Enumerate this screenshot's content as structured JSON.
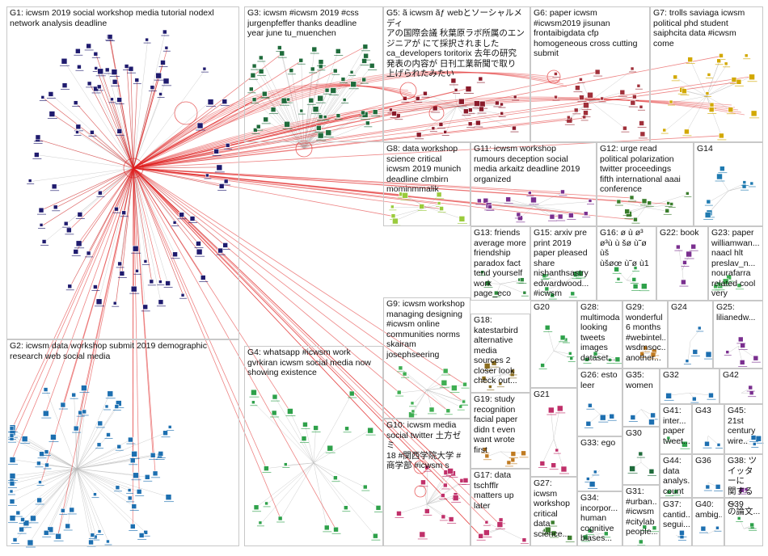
{
  "title": "",
  "groups": [
    {
      "id": "G1",
      "text": "G1: icwsm 2019 social workshop media tutorial nodexl\nnetwork analysis deadline",
      "color": "#1f1b6e"
    },
    {
      "id": "G2",
      "text": "G2: icwsm data workshop submit 2019 demographic\nresearch web social media",
      "color": "#1d6fb0"
    },
    {
      "id": "G3",
      "text": "G3: icwsm #icwsm 2019 #css\njurgenpfeffer thanks deadline\nyear june tu_muenchen",
      "color": "#1f6b3b"
    },
    {
      "id": "G4",
      "text": "G4: whatsapp #icwsm work\ngvrkiran icwsm social media now\nshowing existence",
      "color": "#2ea14a"
    },
    {
      "id": "G5",
      "text": "G5: ã icwsm ãƒ webとソーシャルメディ\nアの国際会議 秋葉原ラボ所属のエン\nジニアが にて採択されました\nca_developers toritorix 去年の研究\n発表の内容が 日刊工業新聞で取り\n上げられたみたい",
      "color": "#8a1a2a"
    },
    {
      "id": "G6",
      "text": "G6: paper icwsm\n#icwsm2019 jisunan\nfrontaibigdata cfp\nhomogeneous cross cutting\nsubmit",
      "color": "#a0303a"
    },
    {
      "id": "G7",
      "text": "G7: trolls saviaga icwsm\npolitical phd student\nsaiphcita data #icwsm\ncome",
      "color": "#d2a800"
    },
    {
      "id": "G8",
      "text": "G8: data workshop\nscience critical\nicwsm 2019 munich\ndeadline clmbirn\nmominmmalik",
      "color": "#9acb3c"
    },
    {
      "id": "G9",
      "text": "G9: icwsm workshop\nmanaging designing\n#icwsm online\ncommunities norms\nskairam\njosephseering",
      "color": "#3fae52"
    },
    {
      "id": "G10",
      "text": "G10: icwsm media\nsocial twitter 土方ゼミ\n18 #関西学院大学 #\n商学部 #icwsm s",
      "color": "#c0306a"
    },
    {
      "id": "G11",
      "text": "G11: icwsm workshop\nrumours deception social\nmedia arkaitz deadline 2019\norganized",
      "color": "#7a2f8f"
    },
    {
      "id": "G12",
      "text": "G12: urge read\npolitical polarization\ntwitter proceedings\nfifth international aaai\nconference",
      "color": "#3a7d2c"
    },
    {
      "id": "G13",
      "text": "G13: friends\naverage more\nfriendship\nparadox fact\ntend yourself\nwork\npage_eco",
      "color": "#2e8a3e"
    },
    {
      "id": "G14",
      "text": "G14",
      "color": "#1f7ab0"
    },
    {
      "id": "G15",
      "text": "G15: arxiv pre\nprint 2019\npaper pleased\nshare\nnishanthsastry\nedwardwood...\n#icwsm",
      "color": "#2ea14a"
    },
    {
      "id": "G16",
      "text": "G16: ø ù ø³\nø³ù ù šø ù˜ø ùš\nùšøœ ù˜ø ù1",
      "color": "#2ea14a"
    },
    {
      "id": "G17",
      "text": "G17: data\ntschfflr\nmatters up\nlater",
      "color": "#c0306a"
    },
    {
      "id": "G18",
      "text": "G18:\nkatestarbird\nalternative\nmedia\nsources 2\ncloser look\ncheck out...",
      "color": "#8a6d20"
    },
    {
      "id": "G19",
      "text": "G19: study\nrecognition\nfacial paper\ndidn t even\nwant wrote\nfirst",
      "color": "#c07a20"
    },
    {
      "id": "G20",
      "text": "G20",
      "color": "#2ea14a"
    },
    {
      "id": "G21",
      "text": "G21",
      "color": "#c0306a"
    },
    {
      "id": "G22",
      "text": "G22: book",
      "color": "#7a2f8f"
    },
    {
      "id": "G23",
      "text": "G23: paper\nwilliamwan...\nnaacl hlt\npreslav_n...\nnourafarra\nrelated cool\nvery",
      "color": "#3fae52"
    },
    {
      "id": "G24",
      "text": "G24",
      "color": "#1d6fb0"
    },
    {
      "id": "G25",
      "text": "G25:\nlilianedw...",
      "color": "#7a2f8f"
    },
    {
      "id": "G26",
      "text": "G26: esto\nleer",
      "color": "#1d6fb0"
    },
    {
      "id": "G27",
      "text": "G27:\nicwsm\nworkshop\ncritical\ndata\nscience...",
      "color": "#3a7d2c"
    },
    {
      "id": "G28",
      "text": "G28:\nmultimoda...\nlooking\ntweets\nimages\ndataset...",
      "color": "#2ea14a"
    },
    {
      "id": "G29",
      "text": "G29:\nwonderful\n6 months\n#webintel...\nwsdmsoc...\nanother...",
      "color": "#c07a20"
    },
    {
      "id": "G30",
      "text": "G30",
      "color": "#1f6b3b"
    },
    {
      "id": "G31",
      "text": "G31:\n#urban...\n#icwsm\n#citylab\npeople...",
      "color": "#2ea14a"
    },
    {
      "id": "G32",
      "text": "G32",
      "color": "#1d6fb0"
    },
    {
      "id": "G33",
      "text": "G33: ego",
      "color": "#1d6fb0"
    },
    {
      "id": "G34",
      "text": "G34:\nincorpor...\nhuman\ncognitive\nbiases...",
      "color": "#2ea14a"
    },
    {
      "id": "G35",
      "text": "G35:\nwomen",
      "color": "#1d6fb0"
    },
    {
      "id": "G36",
      "text": "G36",
      "color": "#1d6fb0"
    },
    {
      "id": "G37",
      "text": "G37:\ncantid...\nsegui...",
      "color": "#1d6fb0"
    },
    {
      "id": "G38",
      "text": "G38: ツ\nイッターに\n関するこ\nの論文...",
      "color": "#7a2f8f"
    },
    {
      "id": "G39",
      "text": "G39",
      "color": "#2ea14a"
    },
    {
      "id": "G40",
      "text": "G40:\nambig...",
      "color": "#1d6fb0"
    },
    {
      "id": "G41",
      "text": "G41:\ninter...\npaper\ntweet...",
      "color": "#2ea14a"
    },
    {
      "id": "G42",
      "text": "G42",
      "color": "#7a2f8f"
    },
    {
      "id": "G43",
      "text": "G43",
      "color": "#1d6fb0"
    },
    {
      "id": "G44",
      "text": "G44:\ndata\nanalys...\ncount",
      "color": "#2ea14a"
    },
    {
      "id": "G45",
      "text": "G45:\n21st\ncentury\nwire..",
      "color": "#1d6fb0"
    }
  ],
  "colors": {
    "edge_red": "#e02020",
    "edge_gray": "#b8b8b8",
    "box_border": "#c8c8c8"
  }
}
